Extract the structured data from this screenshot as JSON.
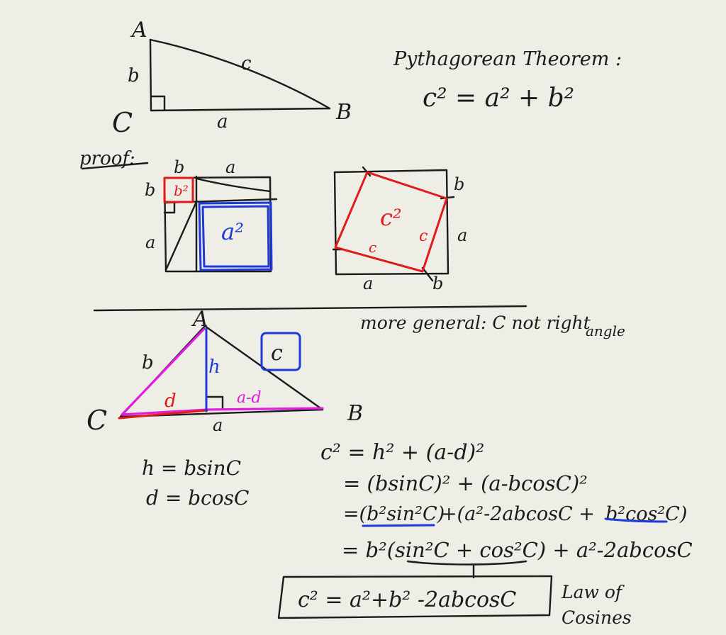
{
  "triangle1": {
    "vertex_a": "A",
    "vertex_b": "B",
    "vertex_c": "C",
    "side_a": "a",
    "side_b": "b",
    "side_c": "c"
  },
  "pythagoras": {
    "title": "Pythagorean Theorem :",
    "formula": "c² = a² + b²"
  },
  "proof": {
    "label": "proof:",
    "left_square": {
      "top_b": "b",
      "top_a": "a",
      "side_b": "b",
      "side_a": "a",
      "small_square": "b²",
      "big_square": "a²"
    },
    "right_square": {
      "inner_square": "c²",
      "side_b": "b",
      "side_a": "a",
      "bottom_a": "a",
      "bottom_b": "b",
      "inner_c_bottom": "c",
      "inner_c_right": "c"
    }
  },
  "general": {
    "heading": "more general: C not right",
    "heading_line2": "angle",
    "vertex_a": "A",
    "vertex_b": "B",
    "vertex_c": "C",
    "side_b": "b",
    "height": "h",
    "seg_d": "d",
    "seg_a_minus_d": "a-d",
    "base_a": "a",
    "boxed_c": "c"
  },
  "relations": {
    "h": "h = bsinC",
    "d": "d = bcosC"
  },
  "derivation": {
    "line1": "c² = h² + (a-d)²",
    "line2": "= (bsinC)² + (a-bcosC)²",
    "line3a": "=(b²sin²C)",
    "line3b": "+(a²-2abcosC +",
    "line3c": "b²cos²C)",
    "line4": "= b²(sin²C + cos²C) + a²-2abcosC",
    "result": "c² = a²+b² -2abcosC",
    "law_line1": "Law of",
    "law_line2": "Cosines"
  }
}
